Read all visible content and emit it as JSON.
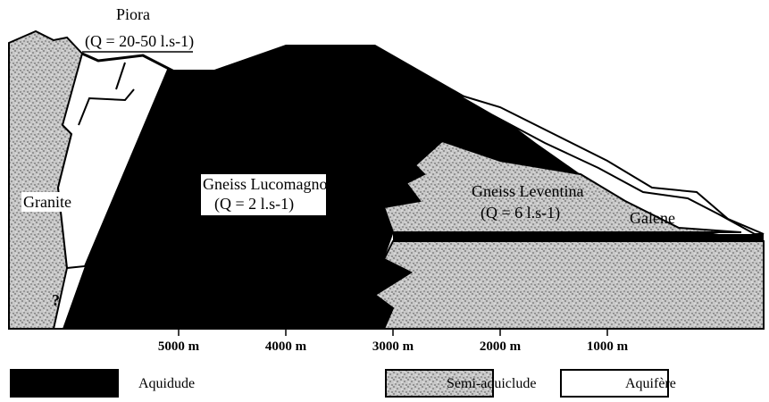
{
  "title_site": "Piora",
  "labels": {
    "piora_flow": "(Q = 20-50 l.s-1)",
    "granite": "Granite",
    "gneiss_lucomagno": "Gneiss Lucomagno",
    "lucomagno_flow": "(Q = 2 l.s-1)",
    "gneiss_leventina": "Gneiss Leventina",
    "leventina_flow": "(Q = 6 l.s-1)",
    "galene": "Galene",
    "question": "?"
  },
  "axis": {
    "ticks": [
      "5000 m",
      "4000 m",
      "3000 m",
      "2000 m",
      "1000 m"
    ]
  },
  "legend": [
    {
      "label": "Aquidude",
      "pattern": "black"
    },
    {
      "label": "Semi-aquiclude",
      "pattern": "stipple"
    },
    {
      "label": "Aquifère",
      "pattern": "white"
    }
  ],
  "colors": {
    "aquiclude": "#000000",
    "semi": "#bdbdbd",
    "aquifer": "#ffffff"
  }
}
